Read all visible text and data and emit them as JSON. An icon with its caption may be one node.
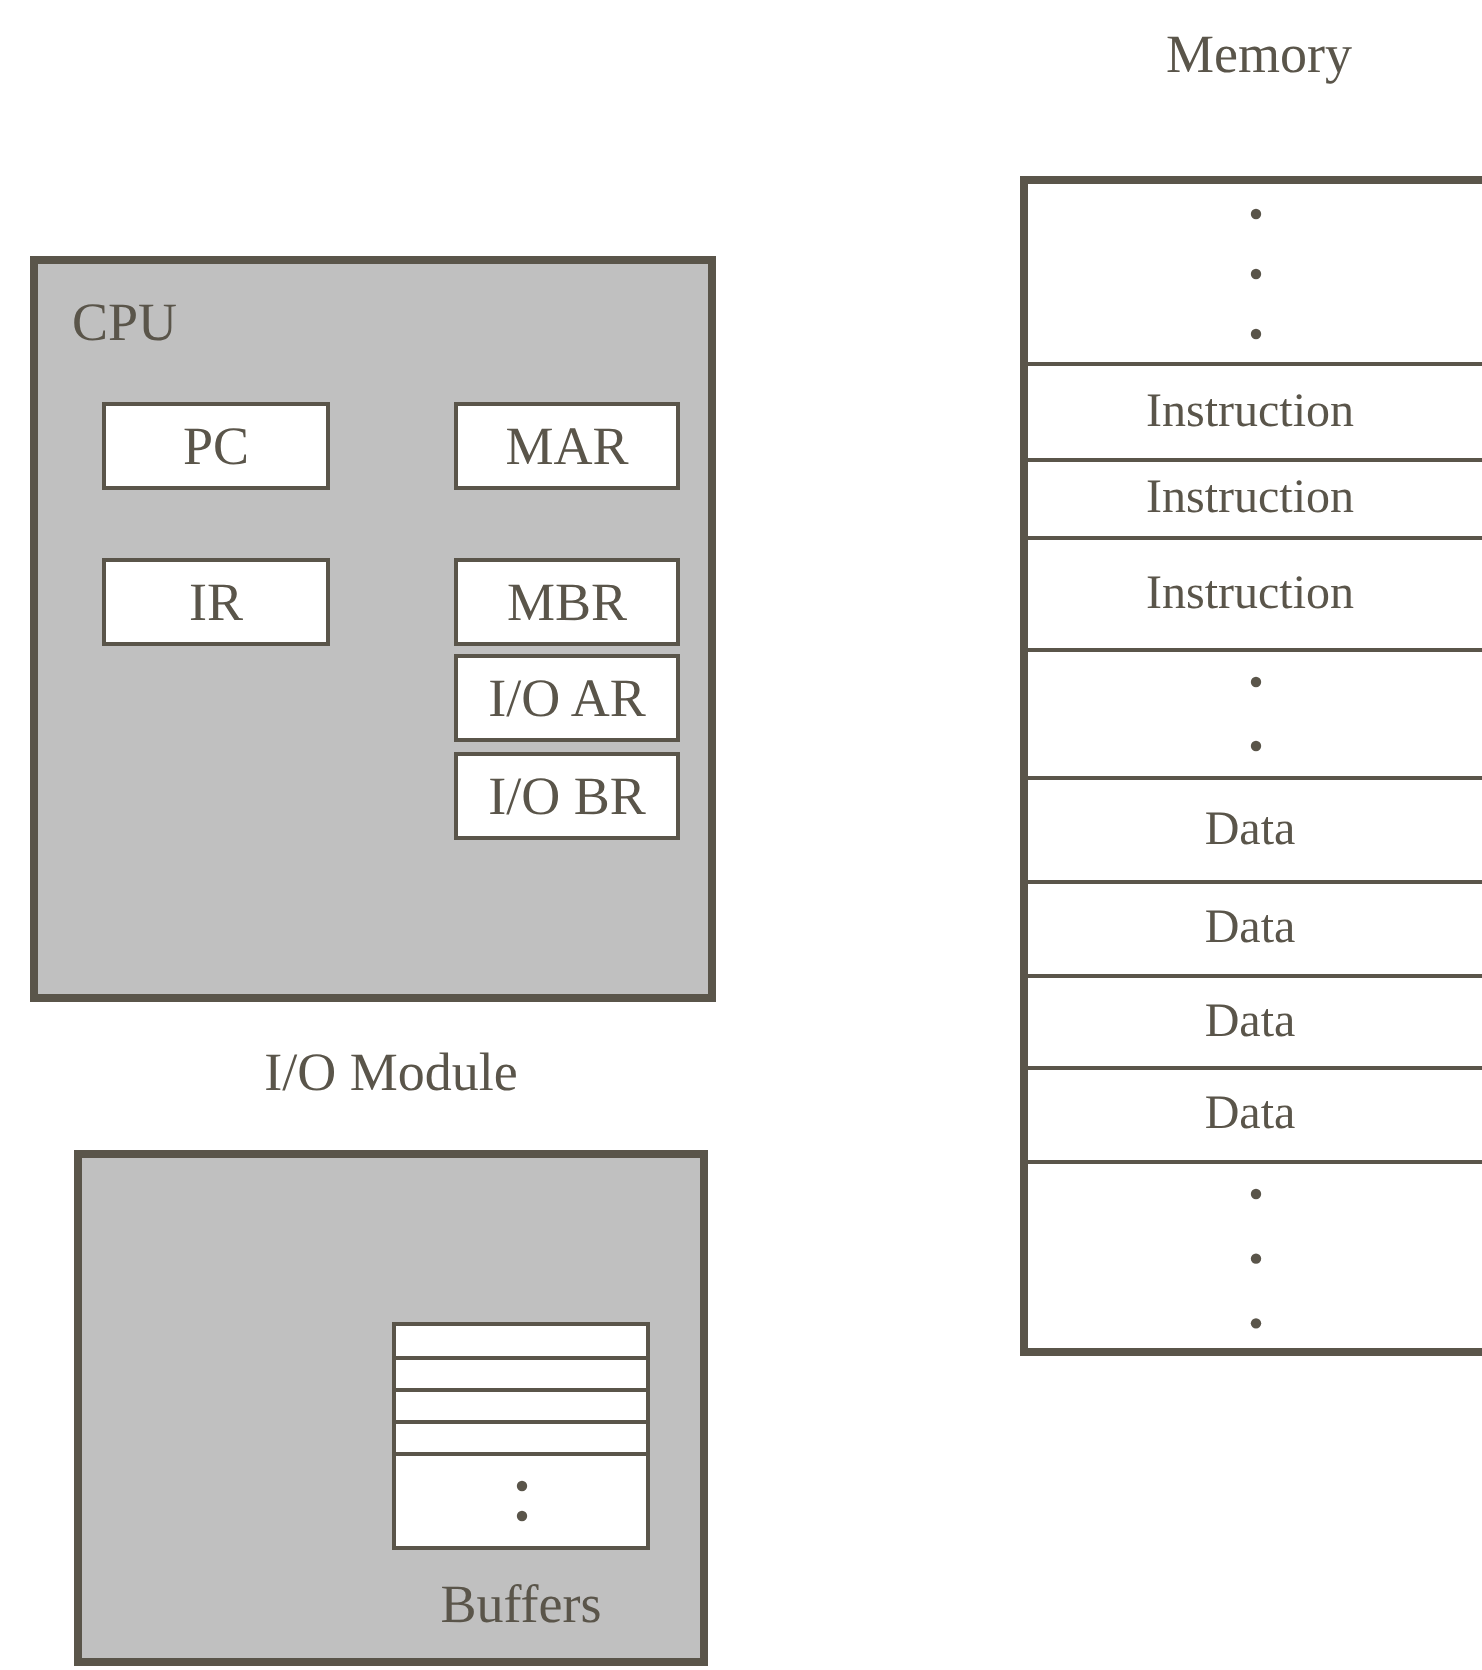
{
  "diagram": {
    "nodes": [
      {
        "text": [
          "CPU"
        ]
      },
      {
        "text": [
          "PC"
        ],
        "in": 0
      },
      {
        "text": [
          "MAR"
        ],
        "in": 0
      },
      {
        "text": [
          "IR"
        ],
        "in": 0
      },
      {
        "text": [
          "MBR"
        ],
        "in": 0
      },
      {
        "text": [
          "I/O AR"
        ],
        "in": 0
      },
      {
        "text": [
          "I/O BR"
        ],
        "in": 0
      },
      {
        "text": [
          "I/O Module"
        ]
      },
      {
        "text": [
          "Buffers"
        ],
        "in": 7
      },
      {
        "text": [
          "Memory"
        ]
      },
      {
        "text": [
          "Instruction"
        ],
        "in": 9
      },
      {
        "text": [
          "Instruction"
        ],
        "in": 9
      },
      {
        "text": [
          "Instruction"
        ],
        "in": 9
      },
      {
        "text": [
          "Data"
        ],
        "in": 9
      },
      {
        "text": [
          "Data"
        ],
        "in": 9
      },
      {
        "text": [
          "Data"
        ],
        "in": 9
      },
      {
        "text": [
          "Data"
        ],
        "in": 9
      }
    ]
  }
}
